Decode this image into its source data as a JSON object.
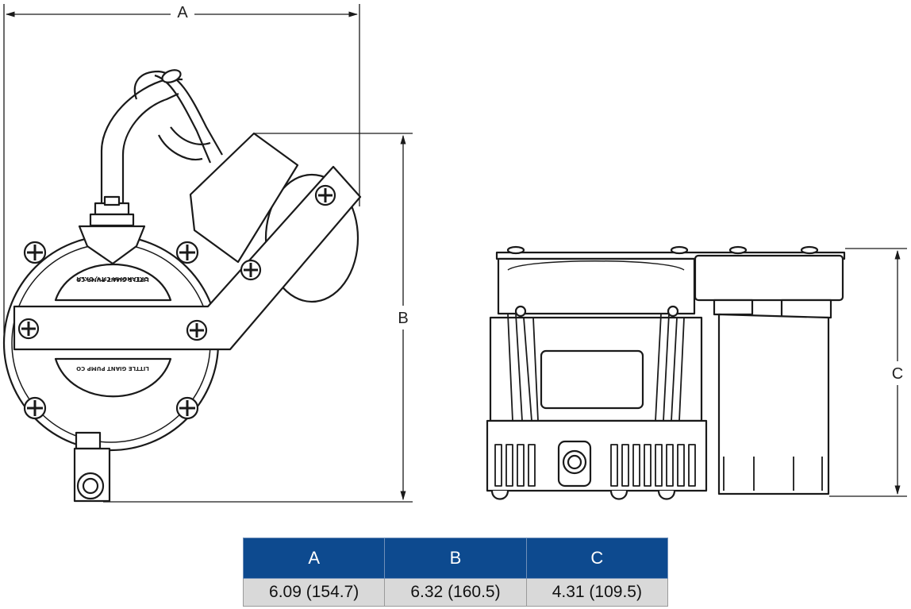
{
  "dimension_labels": {
    "a": "A",
    "b": "B",
    "c": "C"
  },
  "housing_text": {
    "top_line1": "LITTLE GIANT PUMP CO",
    "top_line2": "OKLAHOMA CITY, OKLA",
    "bottom_line": "LITTLE GIANT PUMP CO"
  },
  "table": {
    "headers": [
      "A",
      "B",
      "C"
    ],
    "values": [
      "6.09 (154.7)",
      "6.32 (160.5)",
      "4.31 (109.5)"
    ]
  },
  "colors": {
    "header_bg": "#0d4a8f",
    "cell_bg": "#d9d9d9",
    "line": "#1a1a1a"
  }
}
